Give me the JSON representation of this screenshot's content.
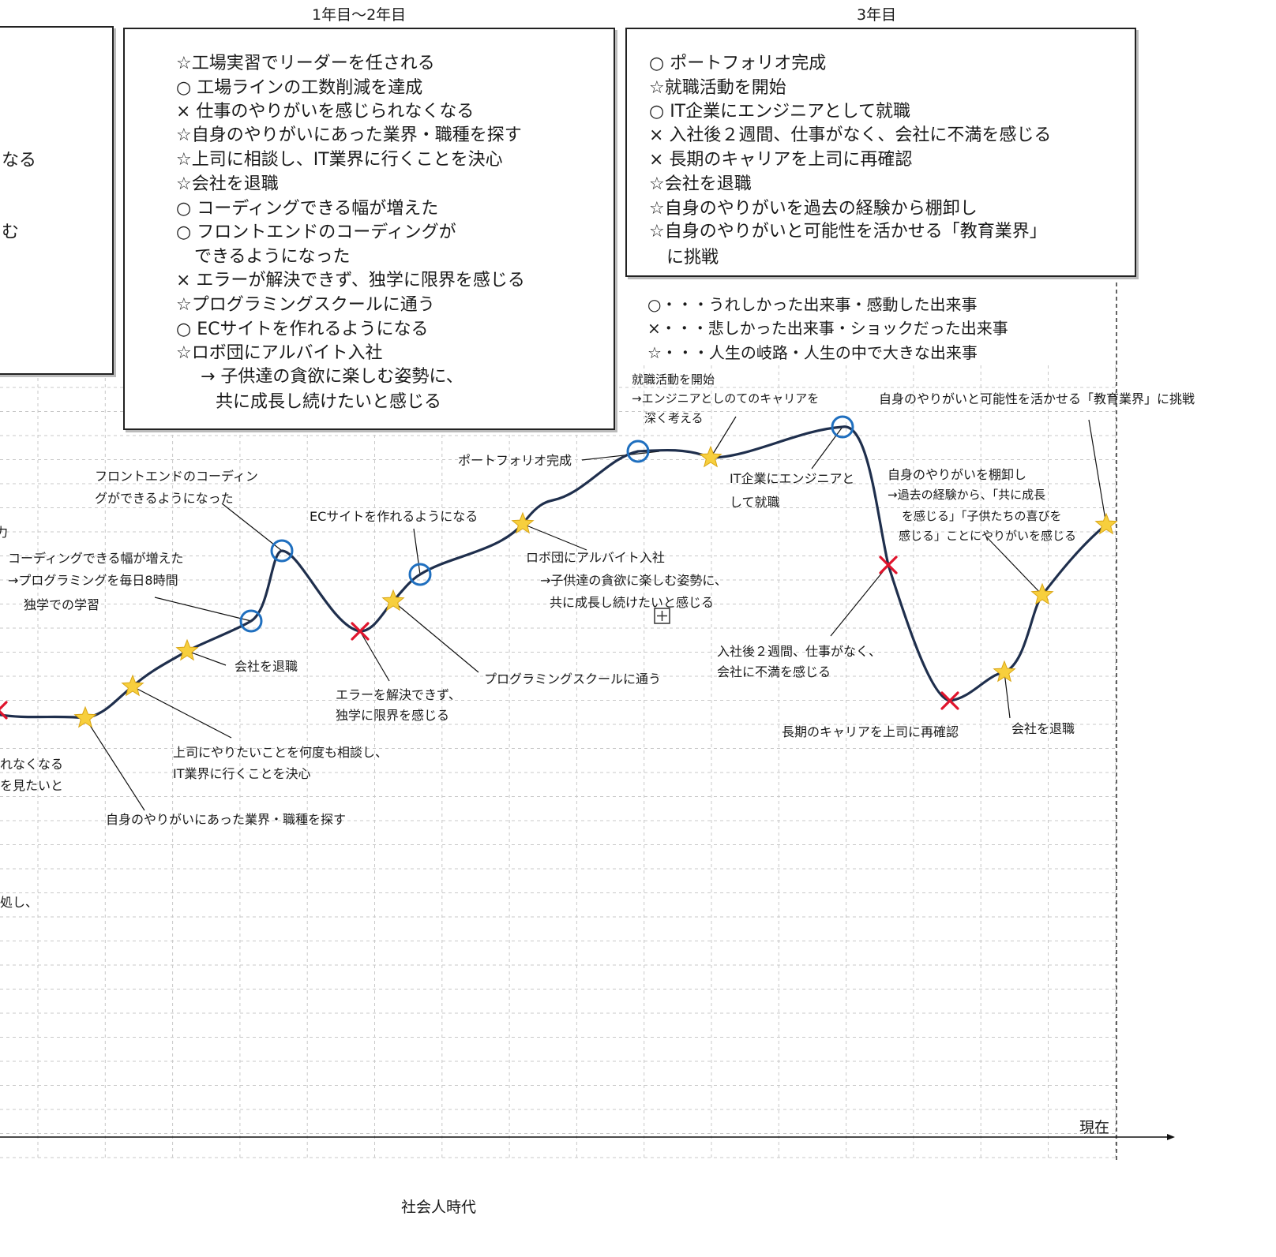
{
  "headers": {
    "period_1_2": "1年目〜2年目",
    "period_3": "3年目"
  },
  "left_box_fragments": [
    "なる",
    "む"
  ],
  "box_years_1_2": {
    "lines": [
      "☆工場実習でリーダーを任される",
      "○ 工場ラインの工数削減を達成",
      "× 仕事のやりがいを感じられなくなる",
      "☆自身のやりがいにあった業界・職種を探す",
      "☆上司に相談し、IT業界に行くことを決心",
      "☆会社を退職",
      "○ コーディングできる幅が増えた",
      "○ フロントエンドのコーディングが",
      "できるようになった",
      "× エラーが解決できず、独学に限界を感じる",
      "☆プログラミングスクールに通う",
      "○ ECサイトを作れるようになる",
      "☆ロボ団にアルバイト入社",
      "→ 子供達の貪欲に楽しむ姿勢に、",
      "共に成長し続けたいと感じる"
    ]
  },
  "box_year_3": {
    "lines": [
      "○ ポートフォリオ完成",
      "☆就職活動を開始",
      "○ IT企業にエンジニアとして就職",
      "× 入社後２週間、仕事がなく、会社に不満を感じる",
      "× 長期のキャリアを上司に再確認",
      "☆会社を退職",
      "☆自身のやりがいを過去の経験から棚卸し",
      "☆自身のやりがいと可能性を活かせる「教育業界」",
      "に挑戦"
    ]
  },
  "legend": [
    "○・・・うれしかった出来事・感動した出来事",
    "×・・・悲しかった出来事・ショックだった出来事",
    "☆・・・人生の岐路・人生の中で大きな出来事"
  ],
  "annotations": {
    "shukatsu": [
      "就職活動を開始",
      "→エンジニアとしのてのキャリアを",
      "深く考える"
    ],
    "portfolio": "ポートフォリオ完成",
    "it_company": [
      "IT企業にエンジニアと",
      "して就職"
    ],
    "education": "自身のやりがいと可能性を活かせる「教育業界」に挑戦",
    "tanaoroshi": [
      "自身のやりがいを棚卸し",
      "→過去の経験から、「共に成長",
      "を感じる」「子供たちの喜びを",
      "感じる」ことにやりがいを感じる"
    ],
    "frontend": [
      "フロントエンドのコーディン",
      "グができるようになった"
    ],
    "ec_site": "ECサイトを作れるようになる",
    "robodan": [
      "ロボ団にアルバイト入社",
      "→子供達の貪欲に楽しむ姿勢に、",
      "共に成長し続けたいと感じる"
    ],
    "coding": [
      "コーディングできる幅が増えた",
      "→プログラミングを毎日8時間",
      "独学での学習"
    ],
    "taishoku_1": "会社を退職",
    "error": [
      "エラーを解決できず、",
      "独学に限界を感じる"
    ],
    "school": "プログラミングスクールに通う",
    "nyusha": [
      "入社後２週間、仕事がなく、",
      "会社に不満を感じる"
    ],
    "career": "長期のキャリアを上司に再確認",
    "taishoku_2": "会社を退職",
    "joushi": [
      "上司にやりたいことを何度も相談し、",
      "IT業界に行くことを決心"
    ],
    "yarigai_sagasu": "自身のやりがいにあった業界・職種を探す",
    "left_fragments": [
      "れなくなる",
      "を見たいと",
      "処し、",
      "力"
    ]
  },
  "axis": {
    "now_label": "現在",
    "bottom_label": "社会人時代"
  },
  "colors": {
    "curve": "#1f2f4d",
    "circle": "#1f6fbf",
    "cross": "#e0142c",
    "star": "#f7cf3d",
    "grid": "#c8c8c8"
  }
}
